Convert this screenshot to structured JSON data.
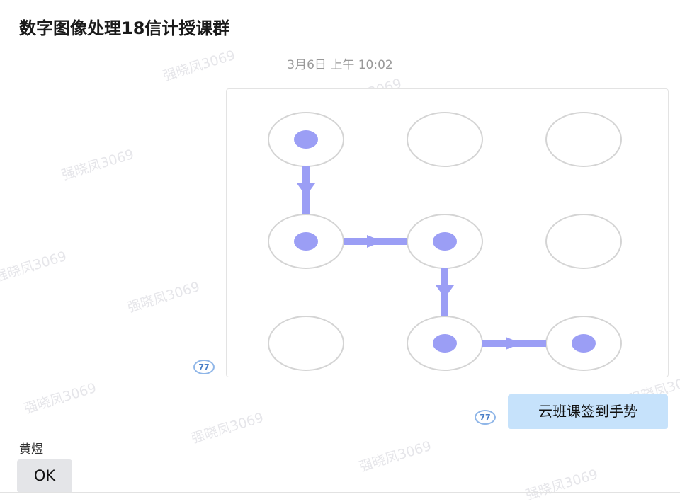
{
  "header": {
    "title": "数字图像处理18信计授课群"
  },
  "timestamp": "3月6日 上午 10:02",
  "watermark": "强晓凤3069",
  "pattern": {
    "grid": 3,
    "sequence": [
      0,
      3,
      4,
      7,
      8
    ],
    "colors": {
      "line": "#9b9ef5",
      "dot": "#9b9ef5",
      "ring": "#d4d4d4"
    }
  },
  "messages": [
    {
      "badge": "77"
    },
    {
      "badge": "77",
      "text": "云班课签到手势"
    },
    {
      "sender": "黄煜",
      "text": "OK"
    }
  ]
}
